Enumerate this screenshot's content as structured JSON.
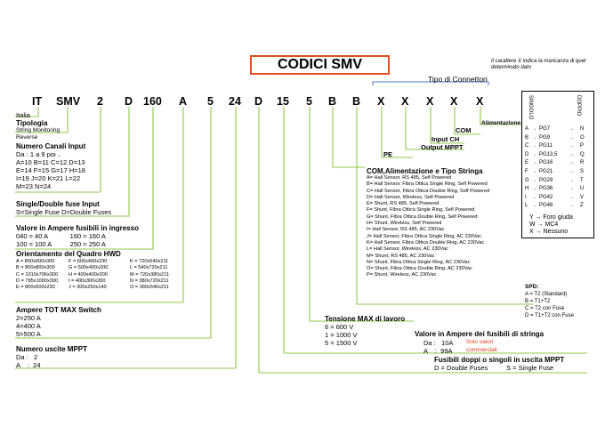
{
  "title": "CODICI SMV",
  "note": "Il carattere X indica la mancanza di quel determinato dato",
  "tipo_connettori": "Tipo di Connettori",
  "codes": [
    "IT",
    "SMV",
    "2",
    "D",
    "160",
    "A",
    "5",
    "24",
    "D",
    "15",
    "5",
    "B",
    "B",
    "X",
    "X",
    "X",
    "X",
    "X"
  ],
  "italia": "Italia",
  "tipologia": {
    "title": "Tipologia",
    "lines": [
      "String Monitoring",
      "Reverse"
    ]
  },
  "numero_canali": {
    "title": "Numero Canali Input",
    "lines": [
      "Da : 1 a 9 poi ..",
      "A=10 B=11 C=12 D=13",
      "E=14 F=15 G=17 H=18",
      "I=19 J=20 K=21 L=22",
      "M=23 N=24"
    ]
  },
  "single_double": {
    "title": "Single/Double fuse Input",
    "lines": [
      "S=Single Fuse D=Double Fuses"
    ]
  },
  "valore_ampere": {
    "title": "Valore in Ampere fusibili in ingresso",
    "lines": [
      "040 = 40 A            160 = 160 A",
      "100 = 100 A          250 = 250 A"
    ]
  },
  "orientamento": {
    "title": "Orientamento del Quadro HWD",
    "col1": [
      "A = 800x600x300",
      "B = 800x800x300",
      "C = 1010x796x300",
      "D = 795x1000x300",
      "E = 800x500x230"
    ],
    "col2": [
      "F = 600x400x230",
      "G = 500x400x200",
      "H = 400x400x200",
      "I = 400x300x200",
      "J = 300x250x140"
    ],
    "col3": [
      "K = 720x540x211",
      "L = 540x720x211",
      "M = 720x380x211",
      "N = 380x720x211",
      "O = 360x540x211"
    ]
  },
  "ampere_tot": {
    "title": "Ampere TOT MAX Switch",
    "lines": [
      "2=250 A",
      "4=400 A",
      "5=500 A"
    ]
  },
  "numero_uscite": {
    "title": "Numero uscite MPPT",
    "lines": [
      "Da :   2",
      "A    :  24"
    ]
  },
  "fusibili_uscita": {
    "title": "Fusibili doppi o singoli in uscita MPPT",
    "lines": [
      "D = Double Fuses          S = Single Fuse"
    ]
  },
  "valore_uscita": {
    "title": "Valore in Ampere dei fusibili di stringa",
    "da": "Da :   10A",
    "a": "A    :  99A",
    "red1": "Solo valori",
    "red2": "commerciali"
  },
  "tensione": {
    "title": "Tensione MAX di lavoro",
    "lines": [
      "6 = 600 V",
      "1 = 1000 V",
      "5 = 1500 V"
    ]
  },
  "com": {
    "title": "COM,Alimentazione e Tipo Stringa",
    "lines": [
      "A= Hall Sensor, RS 485, Self Powered",
      "B= Hall Sensor, Fibra Ottica Single Ring, Self Powered",
      "C= Hall Sensor, Fibra Ottica Double Ring, Self Powered",
      "D= Hall Sensor, Wireless, Self Powered",
      "E= Shunt, RS 485, Self Powered",
      "F= Shunt, Fibra Ottica Single Ring, Self Powered",
      "G= Shunt, Fibra Ottica Double Ring, Self Powered",
      "H= Shunt, Wireless, Self Powered",
      "I= Hall Sensor, RS 485, AC 230Vac",
      "J= Hall Sensor, Fibra Ottica Single Ring, AC 230Vac",
      "K= Hall Sensor, Fibra Ottica Double Ring, AC 230Vac",
      "L= Hall Sensor, Wireless, AC 230Vac",
      "M= Shunt, RS 485, AC 230Vac",
      "N= Shunt, Fibra Ottica Single Ring, AC 230Vac",
      "O= Shunt, Fibra Ottica Double Ring, AC 230Vac",
      "P= Shunt, Wireless, AC 230Vac"
    ]
  },
  "spd": {
    "title": "SPD:",
    "lines": [
      "A = T2 (Standard)",
      "B = T1+T2",
      "C = T2 con Fuse",
      "D = T1+T2 con Fuse"
    ]
  },
  "conn_labels": {
    "alimentazione": "Alimentazione",
    "com": "COM",
    "input_ch": "Input CH",
    "output_mppt": "Output MPPT",
    "pe": "PE"
  },
  "legend": {
    "col1": "SINGOLO",
    "col2": "DOPPIO",
    "rows": [
      [
        "A",
        "PG7",
        "N"
      ],
      [
        "B",
        "PG9",
        "O"
      ],
      [
        "C",
        "PG11",
        "P"
      ],
      [
        "D",
        "PG13,5",
        "Q"
      ],
      [
        "E",
        "PG16",
        "R"
      ],
      [
        "F",
        "PG21",
        "S"
      ],
      [
        "G",
        "PG29",
        "T"
      ],
      [
        "H",
        "PG36",
        "U"
      ],
      [
        "I",
        "PG42",
        "V"
      ],
      [
        "L",
        "PG48",
        "Z"
      ]
    ],
    "foot": [
      "Y  →  Foro giuda",
      "W  →  MC4",
      "X  →  Nessuno"
    ]
  },
  "colors": {
    "wire": "#8fc84a",
    "title_border": "#e05020",
    "accent_red": "#e0401a",
    "bracket": "#4a78c8"
  }
}
